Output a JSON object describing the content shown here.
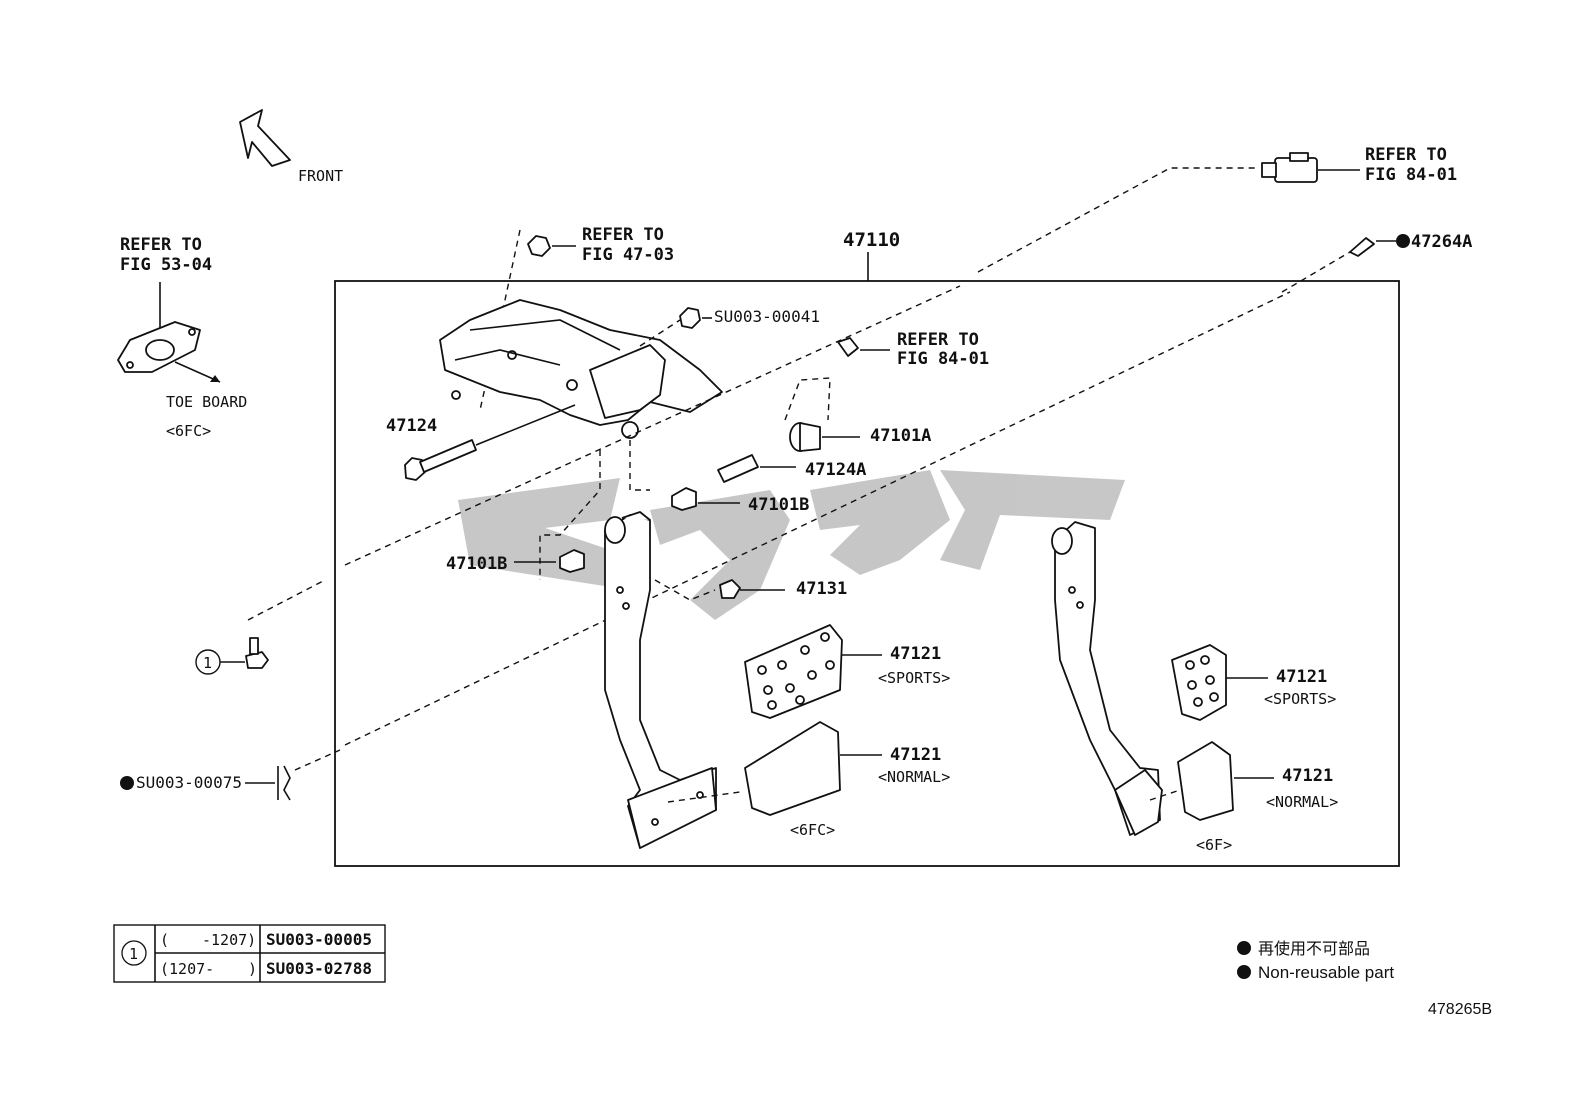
{
  "diagram": {
    "front": "FRONT",
    "toe_board": {
      "refer": "REFER TO",
      "fig": "FIG 53-04",
      "label": "TOE BOARD",
      "variant": "<6FC>"
    },
    "refer_47_03": {
      "refer": "REFER TO",
      "fig": "FIG 47-03"
    },
    "refer_84_01_top": {
      "refer": "REFER TO",
      "fig": "FIG 84-01"
    },
    "refer_84_01_mid": {
      "refer": "REFER TO",
      "fig": "FIG 84-01"
    },
    "assembly": "47110",
    "parts": {
      "p47264A": "47264A",
      "su41": "SU003-00041",
      "p47124": "47124",
      "p47101A": "47101A",
      "p47124A": "47124A",
      "p47101B_upper": "47101B",
      "p47101B_lower": "47101B",
      "p47131": "47131",
      "su75": "SU003-00075",
      "circle_ref": "1"
    },
    "pads": {
      "sports_left": {
        "code": "47121",
        "desc": "<SPORTS>"
      },
      "normal_left": {
        "code": "47121",
        "desc": "<NORMAL>"
      },
      "sports_right": {
        "code": "47121",
        "desc": "<SPORTS>"
      },
      "normal_right": {
        "code": "47121",
        "desc": "<NORMAL>"
      }
    },
    "variant_6fc": "<6FC>",
    "variant_6f": "<6F>"
  },
  "table": {
    "ref": "1",
    "rows": [
      {
        "range_open": "(",
        "range_val": "-1207)",
        "part": "SU003-00005"
      },
      {
        "range_open": "(1207-",
        "range_val": ")",
        "part": "SU003-02788"
      }
    ]
  },
  "legend": {
    "line1": "再使用不可部品",
    "line2": "Non-reusable part"
  },
  "figure_id": "478265B"
}
